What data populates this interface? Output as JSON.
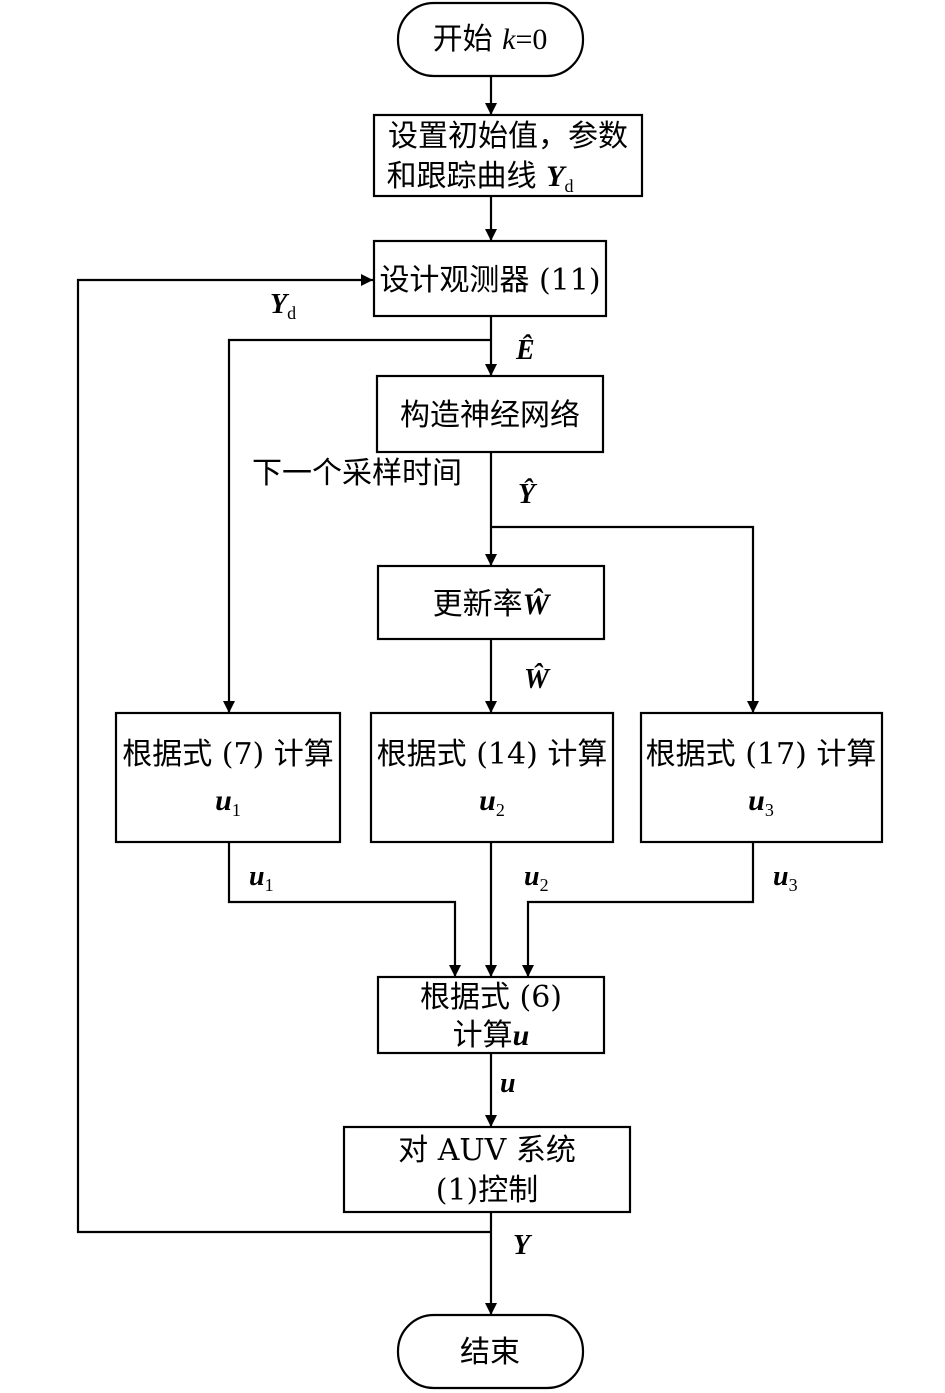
{
  "nodes": {
    "start": {
      "text_cn": "开始",
      "var": "k",
      "eq": "=0"
    },
    "init": {
      "line1": "设置初始值，参数",
      "line2_cn": "和跟踪曲线",
      "line2_var": "Y",
      "line2_sub": "d"
    },
    "observer": {
      "text": "设计观测器 (11)"
    },
    "nn": {
      "text": "构造神经网络"
    },
    "update": {
      "text_cn": "更新率",
      "var": "Ŵ"
    },
    "calc1": {
      "line1": "根据式 (7) 计算",
      "var": "u",
      "sub": "1"
    },
    "calc2": {
      "line1": "根据式 (14) 计算",
      "var": "u",
      "sub": "2"
    },
    "calc3": {
      "line1": "根据式 (17) 计算",
      "var": "u",
      "sub": "3"
    },
    "combine": {
      "line1": "根据式 (6)",
      "line2_cn": "计算",
      "line2_var": "u"
    },
    "control": {
      "line1": "对 AUV 系统",
      "line2": "(1)控制"
    },
    "end": {
      "text": "结束"
    }
  },
  "edge_labels": {
    "yd": {
      "var": "Y",
      "sub": "d"
    },
    "e_hat": "Ê",
    "next_sample": "下一个采样时间",
    "y_hat": "Ŷ",
    "w_hat": "Ŵ",
    "u1": {
      "var": "u",
      "sub": "1"
    },
    "u2": {
      "var": "u",
      "sub": "2"
    },
    "u3": {
      "var": "u",
      "sub": "3"
    },
    "u": "u",
    "y": "Y"
  },
  "colors": {
    "stroke": "#000000",
    "background": "#ffffff"
  }
}
